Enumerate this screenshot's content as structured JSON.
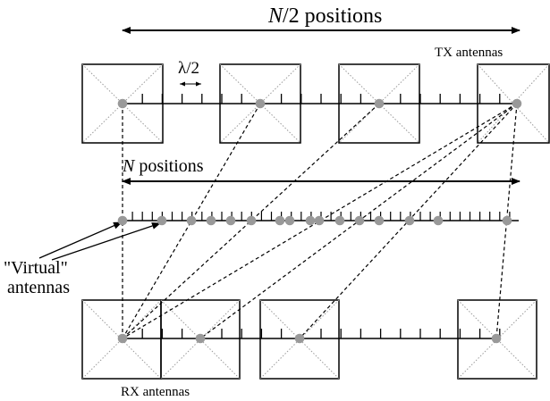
{
  "labels": {
    "n_half_var": "N",
    "n_half_rest": "/2 positions",
    "lambda": "λ/2",
    "tx": "TX antennas",
    "n_var": "N",
    "n_rest": " positions",
    "virtual_line1": "\"Virtual\"",
    "virtual_line2": "antennas",
    "rx": "RX antennas"
  },
  "colors": {
    "ink": "#000000",
    "dot": "#999999",
    "diagonal": "#9a9a9a"
  }
}
